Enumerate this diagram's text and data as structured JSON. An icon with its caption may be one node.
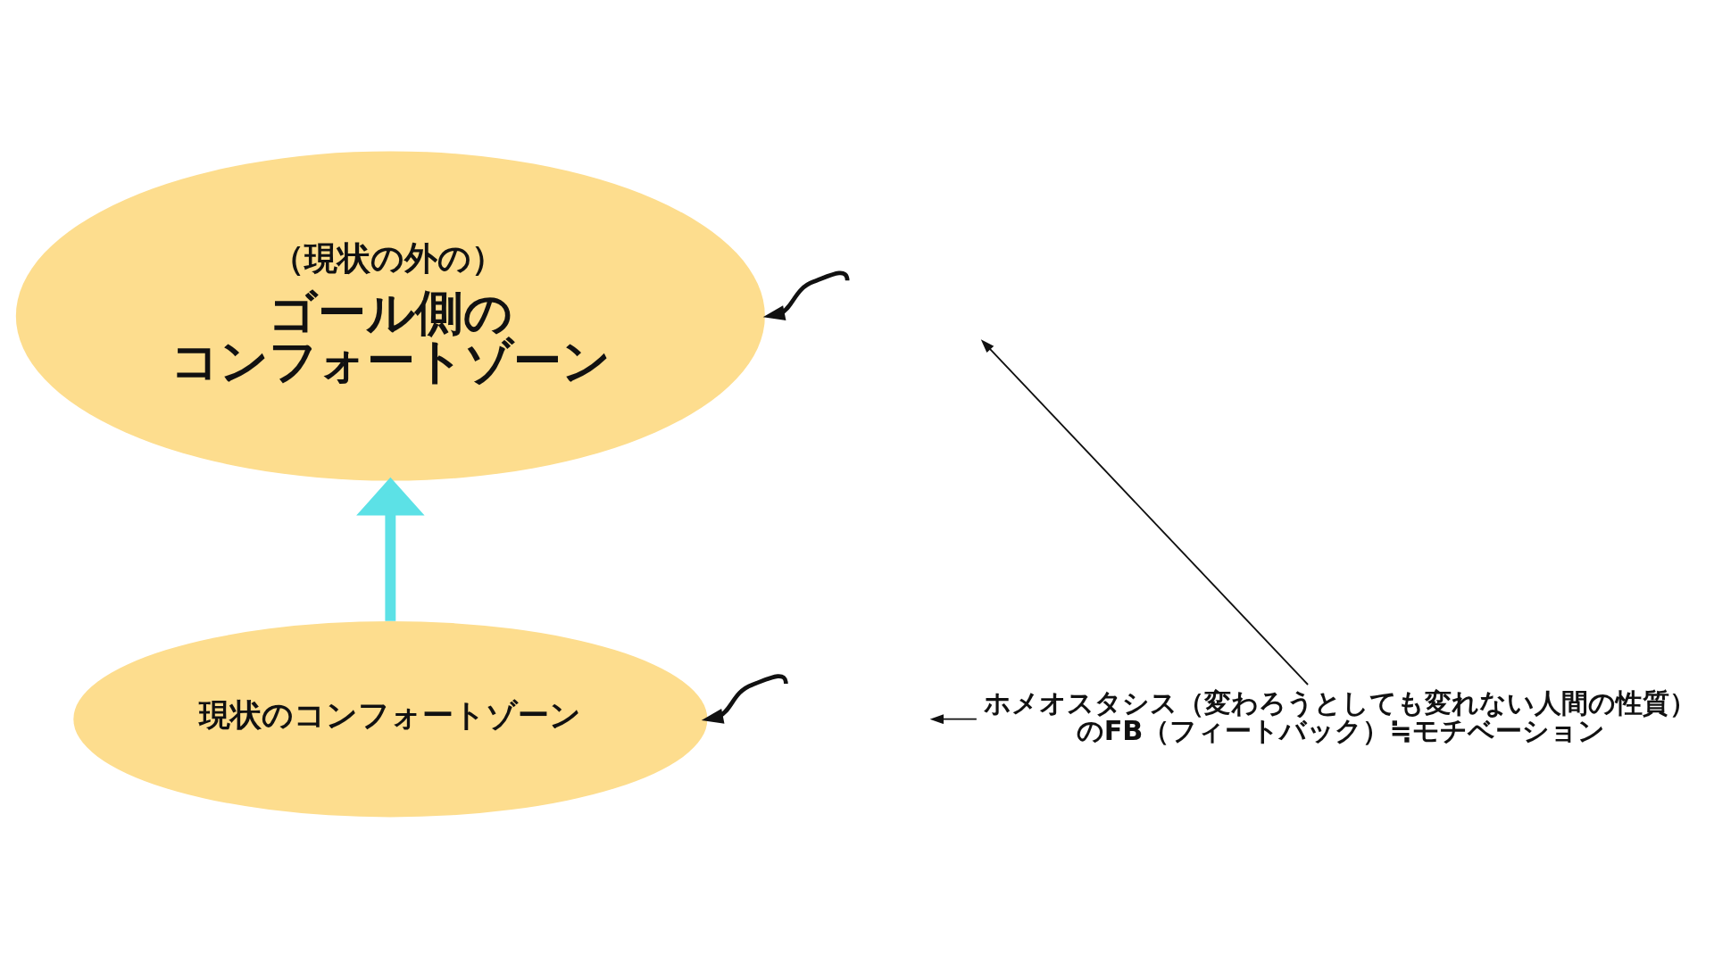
{
  "diagram": {
    "nodes": [
      {
        "text": [
          "現状のコンフォートゾーン"
        ]
      },
      {
        "text": [
          "（現状の外の）",
          "ゴール側のコンフォートゾーン"
        ]
      },
      {
        "text": [
          "ホメオスタシス（変わろうとしても変れない人間の性質）のFB（フィートバック）≒モチベーション"
        ]
      }
    ],
    "edges": [
      {
        "from": 0,
        "to": 1,
        "arrow": "to",
        "style": "thick",
        "color": "#5ce1e6"
      },
      {
        "from": null,
        "to": 1,
        "arrow": "to"
      },
      {
        "from": null,
        "to": 0,
        "arrow": "to"
      },
      {
        "from": 2,
        "to": null,
        "arrow": "to"
      },
      {
        "from": 2,
        "to": null,
        "arrow": "to"
      }
    ]
  }
}
